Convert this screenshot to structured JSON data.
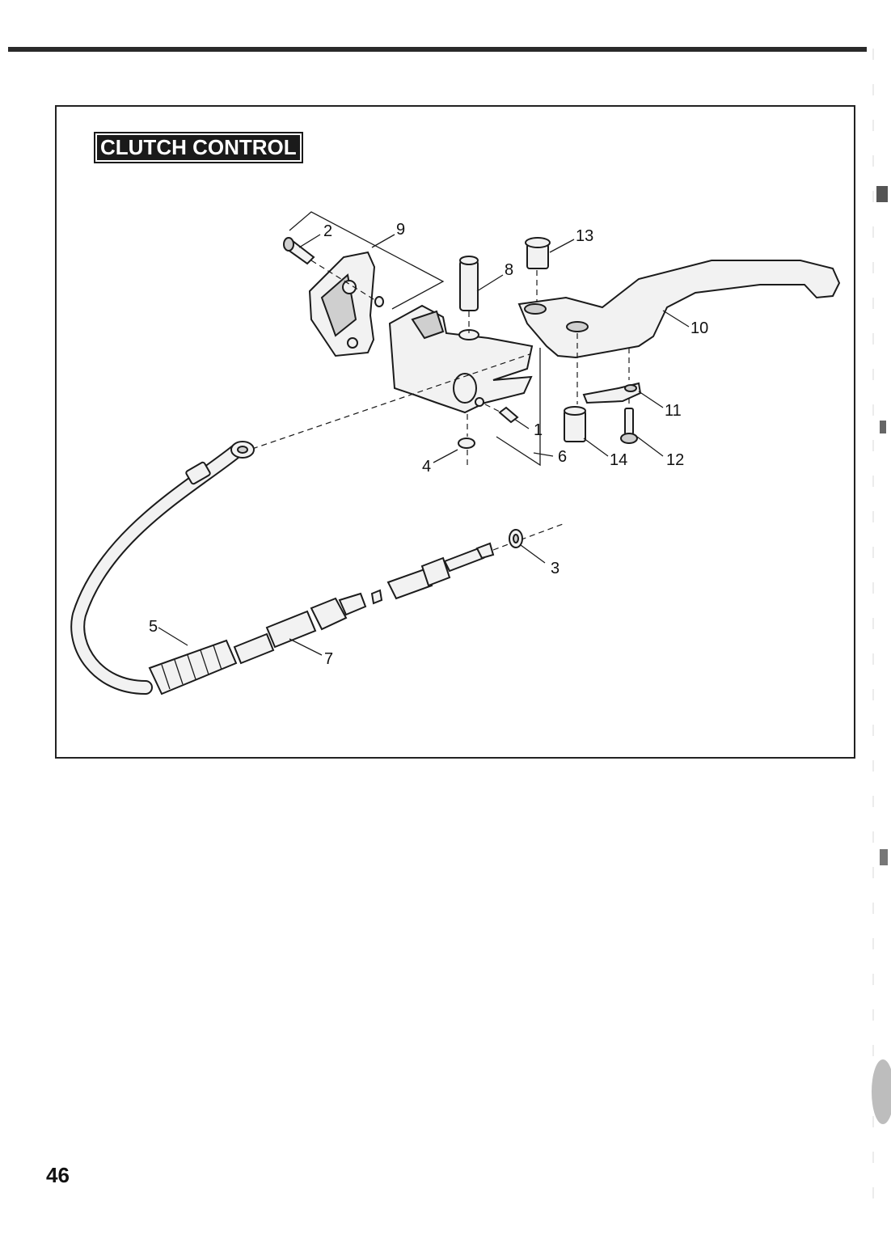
{
  "diagram": {
    "title": "CLUTCH CONTROL",
    "callouts": [
      "1",
      "2",
      "3",
      "4",
      "5",
      "6",
      "7",
      "8",
      "9",
      "10",
      "11",
      "12",
      "13",
      "14"
    ]
  },
  "page": {
    "number": "46"
  },
  "colors": {
    "ink": "#1b1b1b",
    "badge": "#1a1a1a",
    "paper": "#ffffff"
  }
}
